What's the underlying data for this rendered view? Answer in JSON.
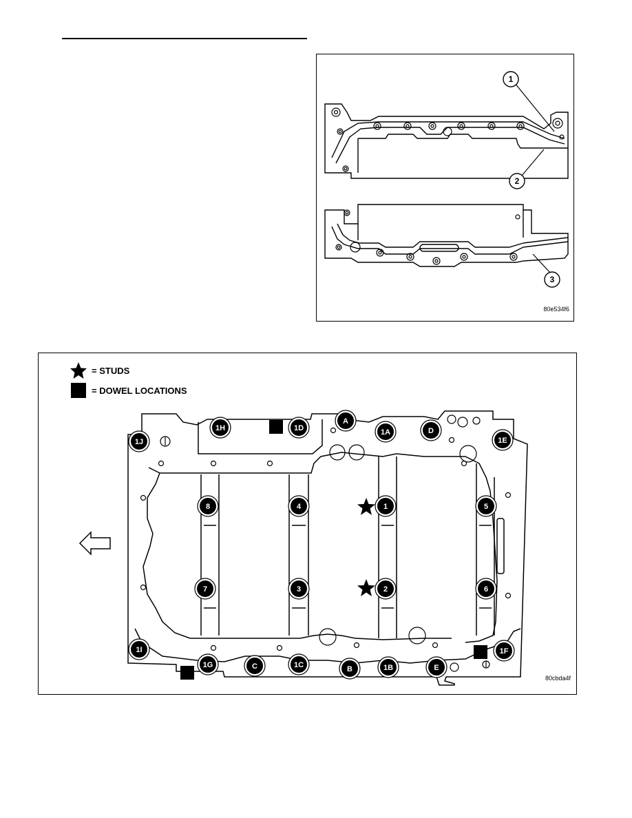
{
  "figure_top": {
    "callouts": [
      "1",
      "2",
      "3"
    ],
    "code": "80e534f6"
  },
  "figure_bottom": {
    "legend": {
      "studs_label": "= STUDS",
      "dowel_label": "= DOWEL LOCATIONS"
    },
    "code": "80cbda4f",
    "bolt_labels": [
      "1H",
      "1D",
      "A",
      "1A",
      "D",
      "1E",
      "1J",
      "8",
      "4",
      "1",
      "5",
      "7",
      "3",
      "2",
      "6",
      "1I",
      "1G",
      "C",
      "1C",
      "B",
      "1B",
      "E",
      "1F"
    ]
  },
  "colors": {
    "ink": "#000000",
    "paper": "#ffffff"
  }
}
